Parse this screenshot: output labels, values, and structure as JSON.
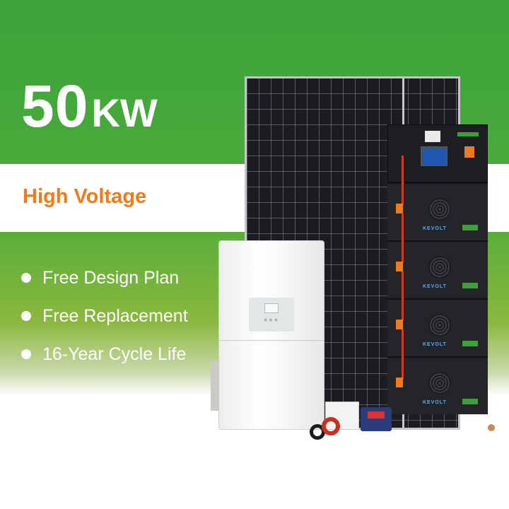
{
  "headline": {
    "power_value": "50",
    "power_unit": "KW"
  },
  "subtitle": "High Voltage",
  "features": [
    {
      "label": "Free Design Plan"
    },
    {
      "label": "Free Replacement"
    },
    {
      "label": "16-Year Cycle Life"
    }
  ],
  "brand": {
    "logo_text": "KEVOLT"
  },
  "colors": {
    "green": "#3ca43a",
    "orange": "#f07a1e",
    "white": "#ffffff"
  },
  "product_images": [
    "solar-panel",
    "inverter",
    "battery-stack",
    "cables",
    "accessories"
  ]
}
